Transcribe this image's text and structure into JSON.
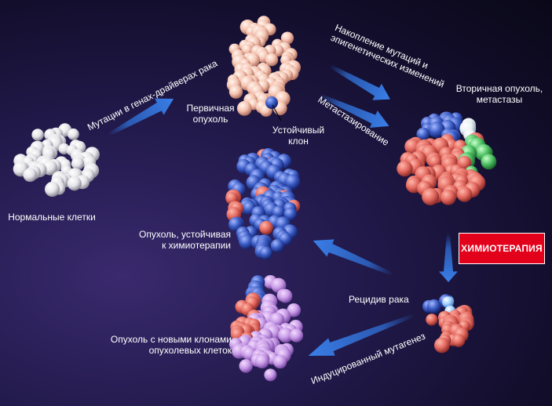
{
  "labels": {
    "normal_cells": "Нормальные клетки",
    "driver_mutations": "Мутации в генах-драйверах рака",
    "primary_tumor_line1": "Первичная",
    "primary_tumor_line2": "опухоль",
    "resistant_clone_line1": "Устойчивый",
    "resistant_clone_line2": "клон",
    "accumulation_line1": "Накопление мутаций и",
    "accumulation_line2": "эпигенетических изменений",
    "metastasis": "Метастазирование",
    "secondary_line1": "Вторичная опухоль,",
    "secondary_line2": "метастазы",
    "chemotherapy": "ХИМИОТЕРАПИЯ",
    "resistant_tumor_line1": "Опухоль, устойчивая",
    "resistant_tumor_line2": "к химиотерапии",
    "relapse": "Рецидив рака",
    "new_clones_line1": "Опухоль с новыми клонами",
    "new_clones_line2": "опухолевых клеток",
    "induced_mutagenesis": "Индуцированный мутагенез"
  },
  "colors": {
    "background": "#16103a",
    "normal_cell": "#f2f2f2",
    "primary_cell": "#f7c8b8",
    "tumor_cell": "#e66a62",
    "resistant_cell": "#3a5bc4",
    "metastatic_clone": "#4cc064",
    "light_blue_cell": "#9fd0ff",
    "new_clone_cell": "#c89be6",
    "arrow": "#2f6fd6",
    "chemo_badge": "#e3001b"
  }
}
